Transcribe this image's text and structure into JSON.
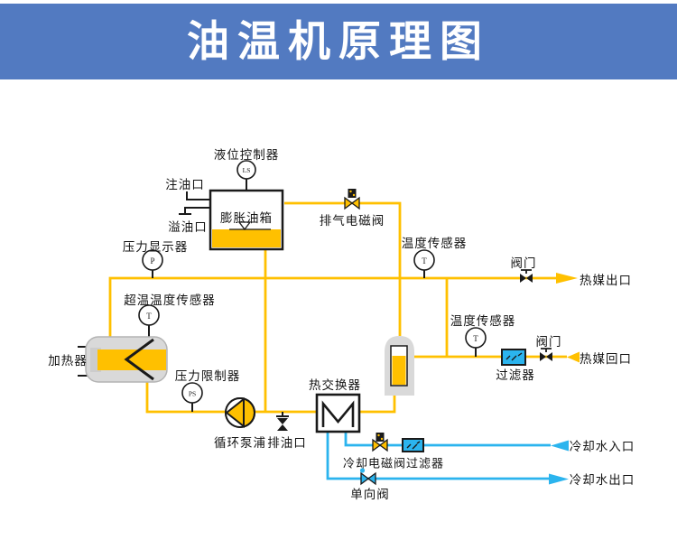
{
  "title": "油温机原理图",
  "colors": {
    "banner_blue": "#527AC1",
    "hot_pipe_yellow": "#FFC000",
    "cooling_pipe_cyan": "#2BB4EE",
    "equipment_gray": "#D9D9D9",
    "line_black": "#1A1A1A"
  },
  "diagram": {
    "labels": {
      "level_controller": "液位控制器",
      "oil_fill_port": "注油口",
      "oil_overflow_port": "溢油口",
      "expansion_tank": "膨胀油箱",
      "pressure_display": "压力显示器",
      "overtemp_sensor": "超温温度传感器",
      "heater": "加热器",
      "pressure_limiter": "压力限制器",
      "circulation_pump": "循环泵浦",
      "oil_drain_port": "排油口",
      "exhaust_solenoid_valve": "排气电磁阀",
      "temp_sensor_1": "温度传感器",
      "heat_exchanger": "热交换器",
      "valve_1": "阀门",
      "heat_medium_outlet": "热媒出口",
      "temp_sensor_2": "温度传感器",
      "filter_1": "过滤器",
      "valve_2": "阀门",
      "heat_medium_return": "热媒回口",
      "cooling_solenoid_filter": "冷却电磁阀过滤器",
      "cooling_water_inlet": "冷却水入口",
      "check_valve": "单向阀",
      "cooling_water_outlet": "冷却水出口"
    },
    "instruments": {
      "level_switch": "LS",
      "pressure": "P",
      "overtemp": "T",
      "pressure_switch": "PS",
      "temp1": "T",
      "temp2": "T"
    }
  }
}
